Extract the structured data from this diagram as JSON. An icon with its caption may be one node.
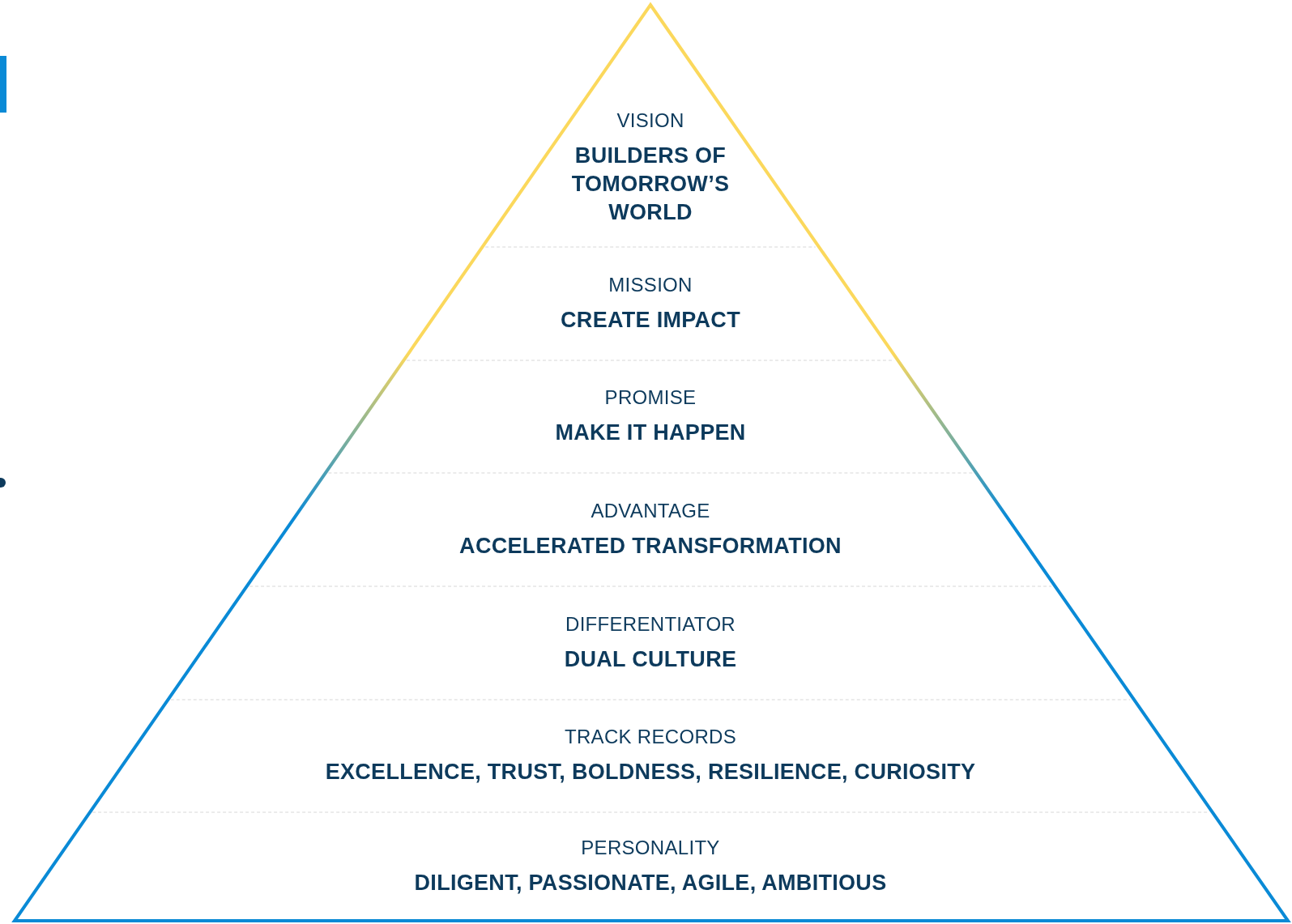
{
  "diagram": {
    "nodes": [
      {
        "text": [
          "VISION",
          "BUILDERS OF TOMORROW’S WORLD"
        ]
      },
      {
        "text": [
          "MISSION",
          "CREATE IMPACT"
        ]
      },
      {
        "text": [
          "PROMISE",
          "MAKE IT HAPPEN"
        ]
      },
      {
        "text": [
          "ADVANTAGE",
          "ACCELERATED TRANSFORMATION"
        ]
      },
      {
        "text": [
          "DIFFERENTIATOR",
          "DUAL CULTURE"
        ]
      },
      {
        "text": [
          "TRACK RECORDS",
          "EXCELLENCE, TRUST, BOLDNESS, RESILIENCE, CURIOSITY"
        ]
      },
      {
        "text": [
          "PERSONALITY",
          "DILIGENT, PASSIONATE, AGILE, AMBITIOUS"
        ]
      }
    ]
  }
}
